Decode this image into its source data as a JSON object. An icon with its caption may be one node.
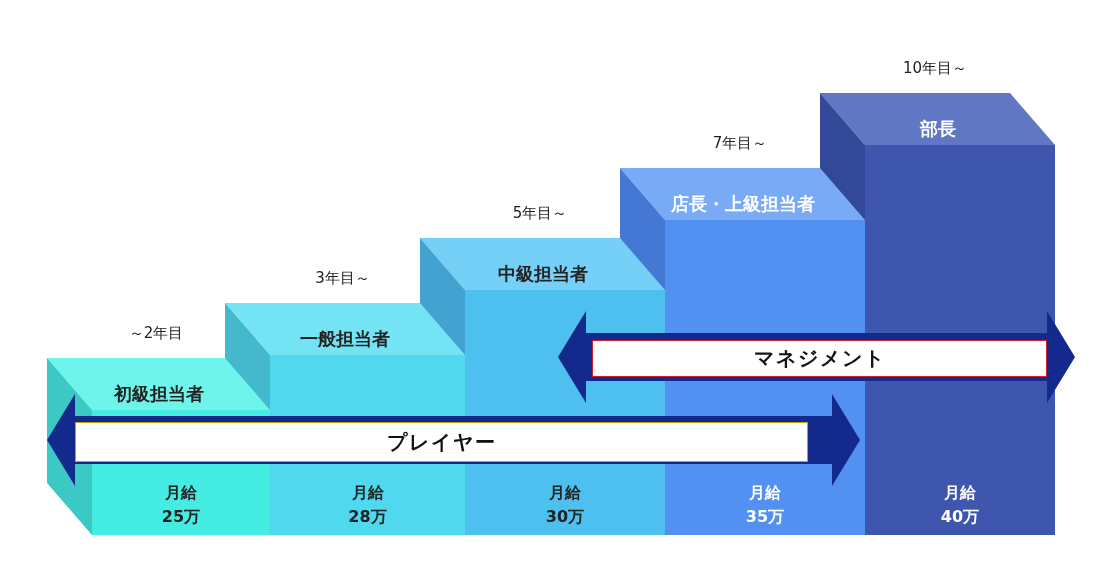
{
  "diagram": {
    "nodes": [
      {
        "text": [
          "初級担当者",
          "月給",
          "25万"
        ],
        "beside": [
          "～2年目"
        ]
      },
      {
        "text": [
          "一般担当者",
          "月給",
          "28万"
        ],
        "beside": [
          "3年目～"
        ]
      },
      {
        "text": [
          "中級担当者",
          "月給",
          "30万"
        ],
        "beside": [
          "5年目～"
        ]
      },
      {
        "text": [
          "店長・上級担当者",
          "月給",
          "35万"
        ],
        "beside": [
          "7年目～"
        ]
      },
      {
        "text": [
          "部長",
          "月給",
          "40万"
        ],
        "beside": [
          "10年目～"
        ]
      }
    ],
    "edges": [],
    "labels": [
      "プレイヤー",
      "マネジメント"
    ]
  }
}
